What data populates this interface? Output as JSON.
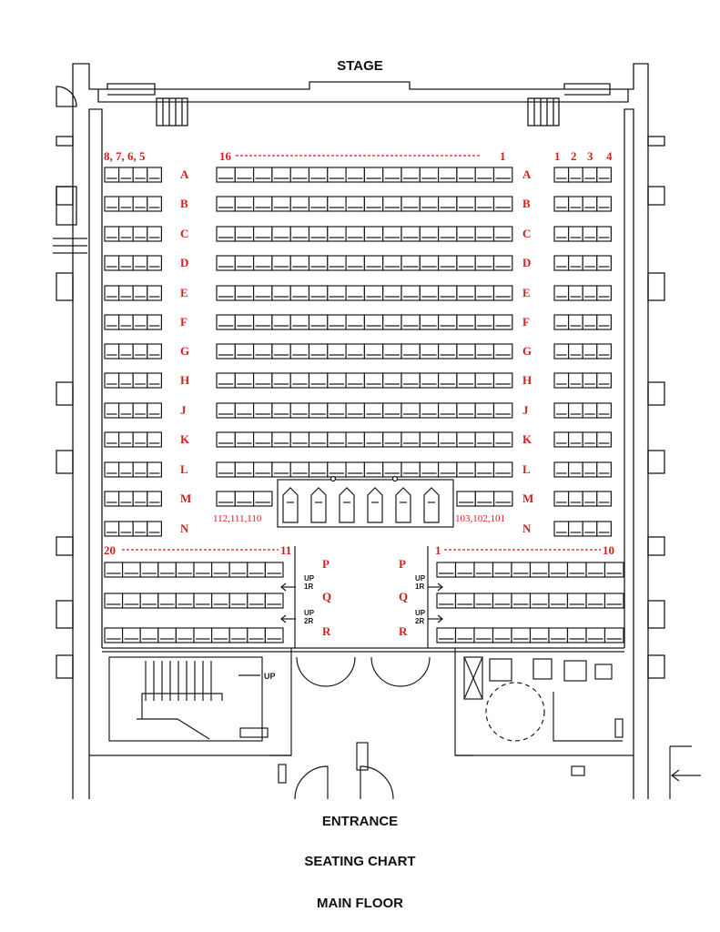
{
  "labels": {
    "stage": "STAGE",
    "entrance": "ENTRANCE",
    "title": "SEATING CHART",
    "floor": "MAIN FLOOR"
  },
  "colors": {
    "accent": "#d21f1f",
    "line": "#1a1a1a",
    "background": "#ffffff"
  },
  "rows_front": [
    "A",
    "B",
    "C",
    "D",
    "E",
    "F",
    "G",
    "H",
    "J",
    "K",
    "L",
    "M",
    "N"
  ],
  "rows_rear": [
    "P",
    "Q",
    "R"
  ],
  "seat_labels": {
    "left_block": "8, 7,  6,  5",
    "center_start": "16",
    "center_end": "1",
    "right_block": [
      "1",
      "2",
      "3",
      "4"
    ],
    "row_m_left": "112,111,110",
    "row_m_right": "103,102,101",
    "rear_left_start": "20",
    "rear_left_end": "11",
    "rear_right_start": "1",
    "rear_right_end": "10"
  },
  "stairs": {
    "up": "UP",
    "up_1r": [
      "UP",
      "1R"
    ],
    "up_2r": [
      "UP",
      "2R"
    ]
  }
}
